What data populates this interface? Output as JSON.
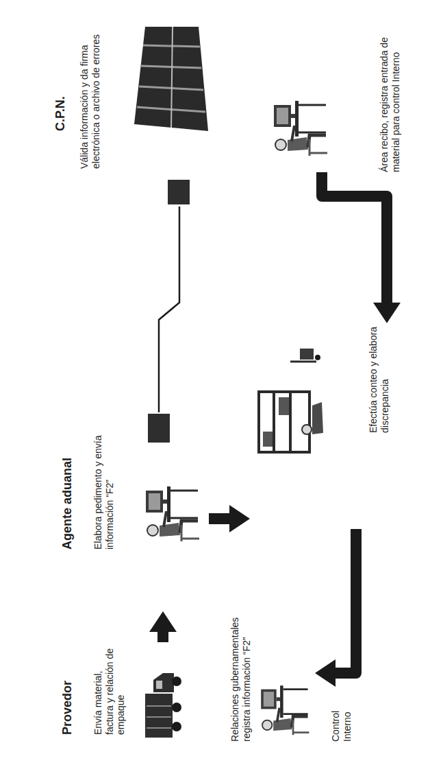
{
  "diagram": {
    "nodes": [
      {
        "text": [
          "Provedor",
          "Envía material, factura y relación de empaque"
        ]
      },
      {
        "text": [
          "Agente aduanal",
          "Elabora pedimento y envía información “F2”"
        ]
      },
      {
        "text": [
          "C.P.N.",
          "Válida información y da firma electrónica o archivo de errores"
        ]
      },
      {
        "text": [
          "Relaciones gubernamentales registra información “F2”"
        ]
      },
      {
        "text": [
          "Efectúa conteo y elabora discrepancia"
        ]
      },
      {
        "text": [
          "Área recibo, registra entrada de material para control Interno"
        ]
      }
    ],
    "edges": [
      {
        "from": 0,
        "to": 1,
        "arrow": "to"
      },
      {
        "from": 1,
        "to": 2,
        "arrow": "none"
      },
      {
        "from": 1,
        "to": 4,
        "arrow": "to"
      },
      {
        "from": 5,
        "to": 4,
        "arrow": "to"
      },
      {
        "from": 4,
        "to": 3,
        "arrow": "to"
      }
    ],
    "labels": [
      "Control Interno"
    ]
  }
}
